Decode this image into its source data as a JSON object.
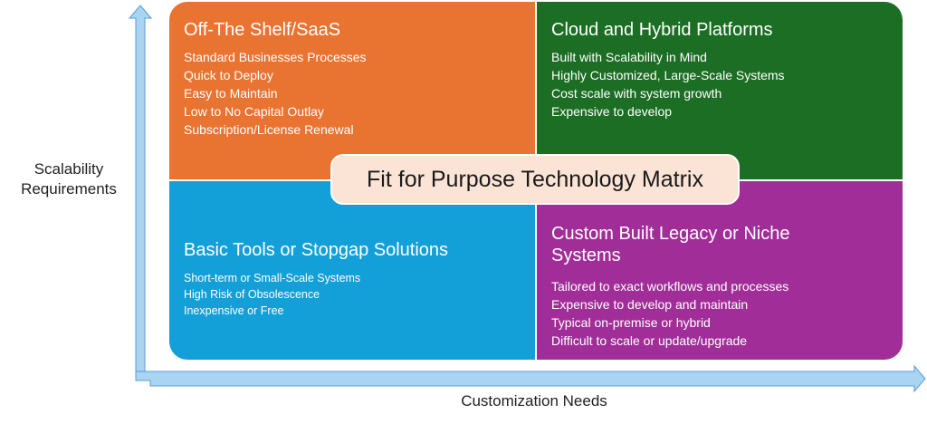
{
  "matrix_title": "Fit for Purpose Technology Matrix",
  "axes": {
    "y_label_line1": "Scalability",
    "y_label_line2": "Requirements",
    "x_label": "Customization Needs",
    "arrow_color": "#A9D4F2"
  },
  "quadrants": {
    "top_left": {
      "title": "Off-The Shelf/SaaS",
      "color": "#E97331",
      "items": [
        "Standard Businesses Processes",
        "Quick to Deploy",
        "Easy to Maintain",
        "Low to No Capital Outlay",
        "Subscription/License Renewal"
      ]
    },
    "top_right": {
      "title": "Cloud and Hybrid Platforms",
      "color": "#1C6E24",
      "items": [
        "Built with Scalability in Mind",
        "Highly Customized, Large-Scale Systems",
        "Cost scale with system growth",
        "Expensive to develop"
      ]
    },
    "bottom_left": {
      "title": "Basic Tools or Stopgap Solutions",
      "color": "#139FD8",
      "items": [
        "Short-term or Small-Scale Systems",
        "High Risk of Obsolescence",
        "Inexpensive or Free"
      ]
    },
    "bottom_right": {
      "title_line1": "Custom Built Legacy or Niche",
      "title_line2": "Systems",
      "color": "#A12E98",
      "items": [
        "Tailored to exact workflows and processes",
        "Expensive to develop and maintain",
        "Typical on-premise or hybrid",
        "Difficult to scale or update/upgrade"
      ]
    }
  }
}
